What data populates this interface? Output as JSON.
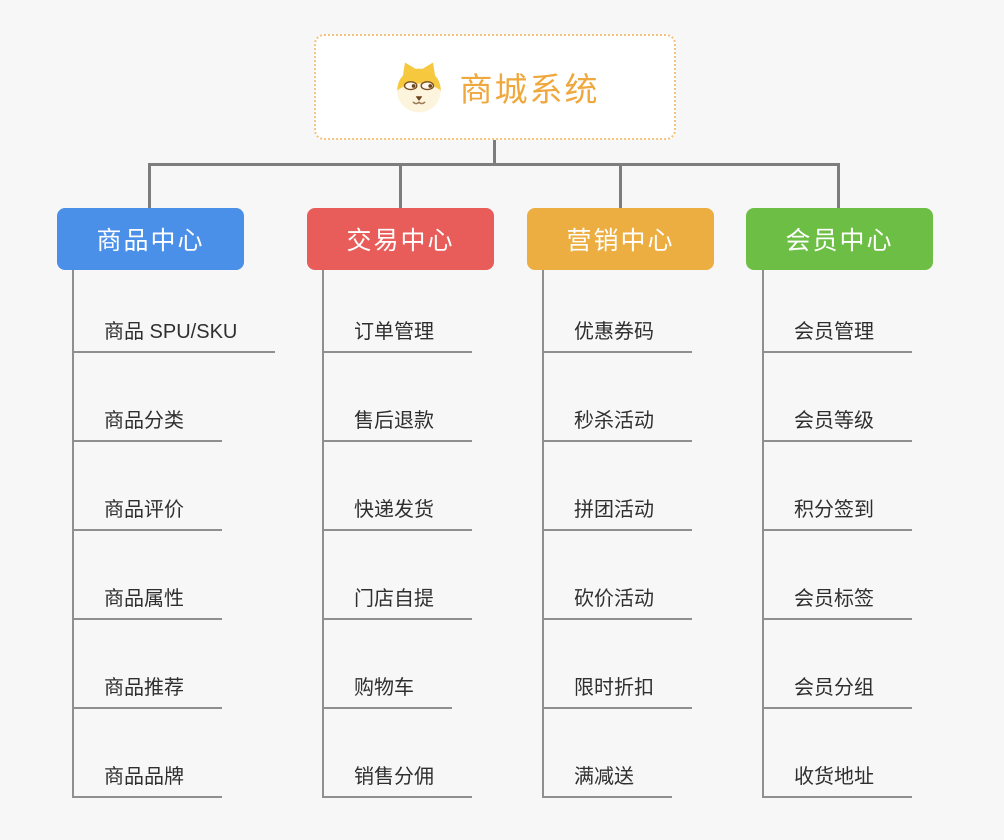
{
  "root": {
    "title": "商城系统",
    "icon": "dog-icon",
    "text_color": "#efa83d",
    "border_color": "#f5c27e"
  },
  "palette": {
    "connector": "#7d7d7d",
    "underline": "#8f8f8f",
    "background": "#f7f7f7",
    "leaf_text": "#2f2f2f"
  },
  "branches": [
    {
      "label": "商品中心",
      "color": "#4a8fe8",
      "items": [
        "商品 SPU/SKU",
        "商品分类",
        "商品评价",
        "商品属性",
        "商品推荐",
        "商品品牌"
      ]
    },
    {
      "label": "交易中心",
      "color": "#e85c5a",
      "items": [
        "订单管理",
        "售后退款",
        "快递发货",
        "门店自提",
        "购物车",
        "销售分佣"
      ]
    },
    {
      "label": "营销中心",
      "color": "#ecae40",
      "items": [
        "优惠券码",
        "秒杀活动",
        "拼团活动",
        "砍价活动",
        "限时折扣",
        "满减送"
      ]
    },
    {
      "label": "会员中心",
      "color": "#6cbe44",
      "items": [
        "会员管理",
        "会员等级",
        "积分签到",
        "会员标签",
        "会员分组",
        "收货地址"
      ]
    }
  ]
}
